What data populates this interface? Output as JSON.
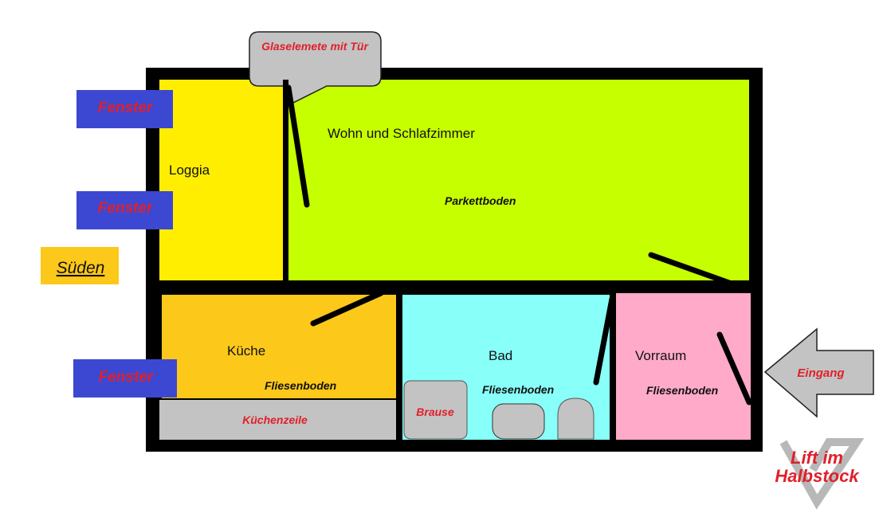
{
  "callout": {
    "label": "Glaselemete mit Tür"
  },
  "windows": [
    {
      "label": "Fenster"
    },
    {
      "label": "Fenster"
    },
    {
      "label": "Fenster"
    }
  ],
  "orientation": {
    "label": "Süden"
  },
  "rooms": {
    "loggia": {
      "name": "Loggia"
    },
    "living": {
      "name": "Wohn und Schlafzimmer",
      "floor": "Parkettboden"
    },
    "kitchen": {
      "name": "Küche",
      "floor": "Fliesenboden",
      "counter": "Küchenzeile"
    },
    "bath": {
      "name": "Bad",
      "floor": "Fliesenboden",
      "shower": "Brause"
    },
    "hall": {
      "name": "Vorraum",
      "floor": "Fliesenboden"
    }
  },
  "entrance": {
    "label": "Eingang"
  },
  "lift": {
    "line1": "Lift im",
    "line2": "Halbstock"
  },
  "colors": {
    "loggia": "#ffee00",
    "living": "#c6ff00",
    "kitchen": "#fcc81a",
    "bath": "#88fff8",
    "hall": "#ffaac8",
    "window": "#3c48d2",
    "label_red": "#e0202a",
    "gray": "#c3c3c3"
  }
}
